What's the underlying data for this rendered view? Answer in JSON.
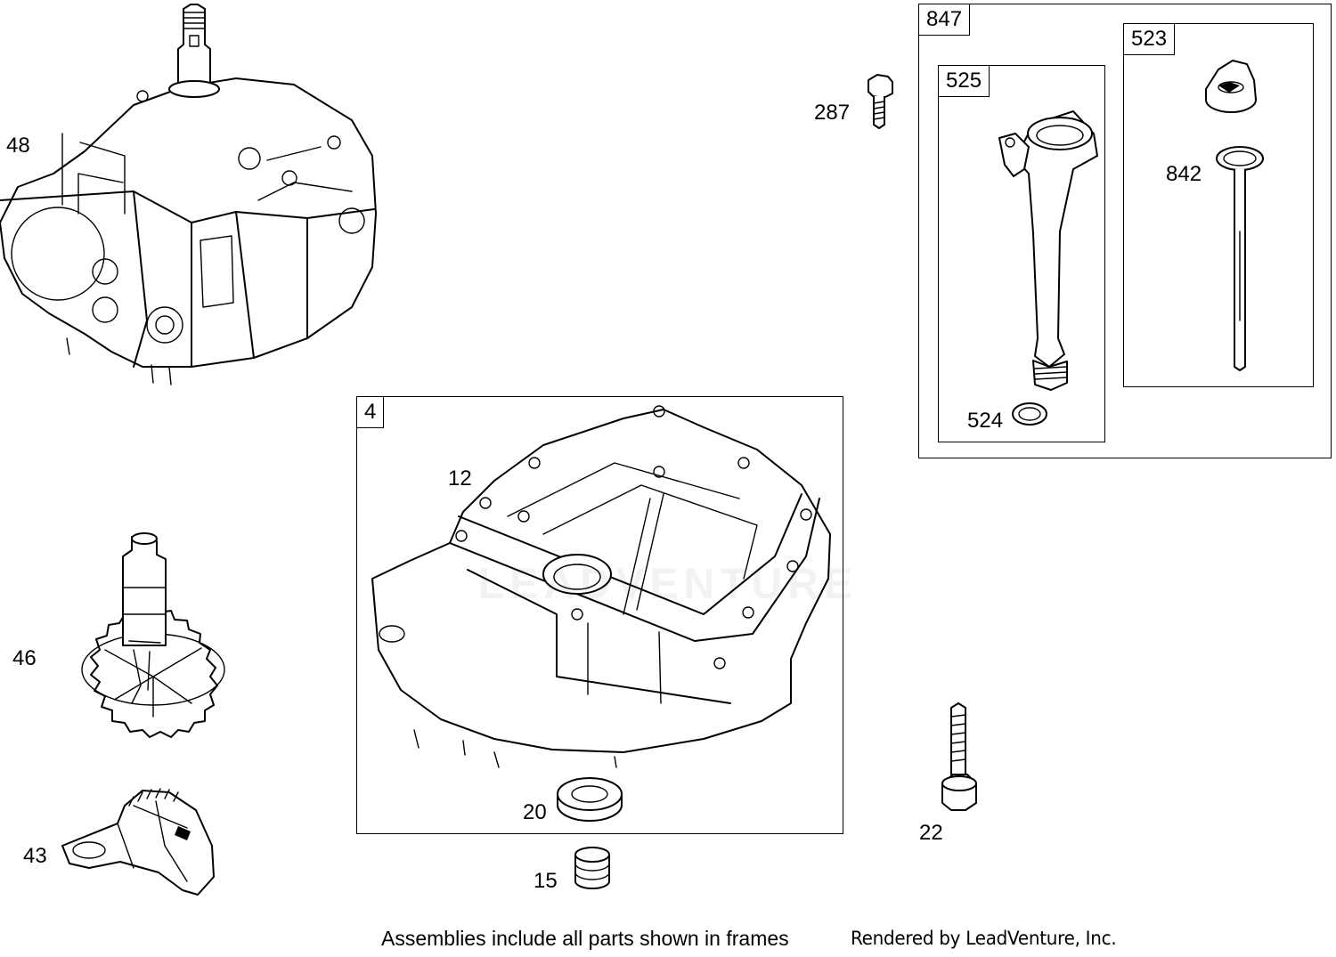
{
  "frames": {
    "assembly_847": "847",
    "assembly_525": "525",
    "assembly_523": "523",
    "assembly_4": "4"
  },
  "callouts": {
    "p48": "48",
    "p287": "287",
    "p842": "842",
    "p524": "524",
    "p12": "12",
    "p46": "46",
    "p43": "43",
    "p20": "20",
    "p15": "15",
    "p22": "22"
  },
  "footer": {
    "note": "Assemblies include all parts shown in frames",
    "credit": "Rendered by LeadVenture, Inc."
  }
}
